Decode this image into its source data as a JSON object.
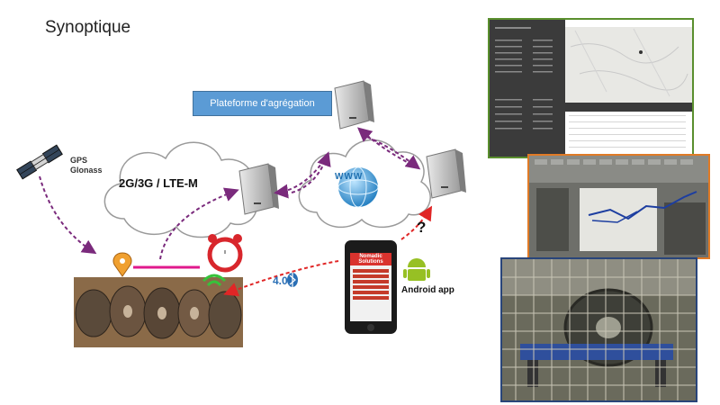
{
  "title": "Synoptique",
  "platform_label": "Plateforme d'agrégation",
  "cloud_network_label": "2G/3G / LTE-M",
  "internet_label": "WWW",
  "gps_label_line1": "GPS",
  "gps_label_line2": "Glonass",
  "bluetooth_label": "4.0",
  "android_label": "Android app",
  "question_mark": "?",
  "phone_app": {
    "brand_line1": "Nomadic",
    "brand_line2": "Solutions"
  },
  "colors": {
    "arrow_purple": "#7a2a7c",
    "arrow_red": "#e02626",
    "platform_fill": "#5b9bd5",
    "border_green": "#5a8f2e",
    "border_orange": "#e07a26",
    "border_navy": "#29457a"
  },
  "icons": [
    "satellite-icon",
    "location-pin-icon",
    "alarm-clock-icon",
    "wifi-icon",
    "bluetooth-icon",
    "android-icon",
    "server-icon",
    "globe-icon",
    "smartphone-icon"
  ]
}
